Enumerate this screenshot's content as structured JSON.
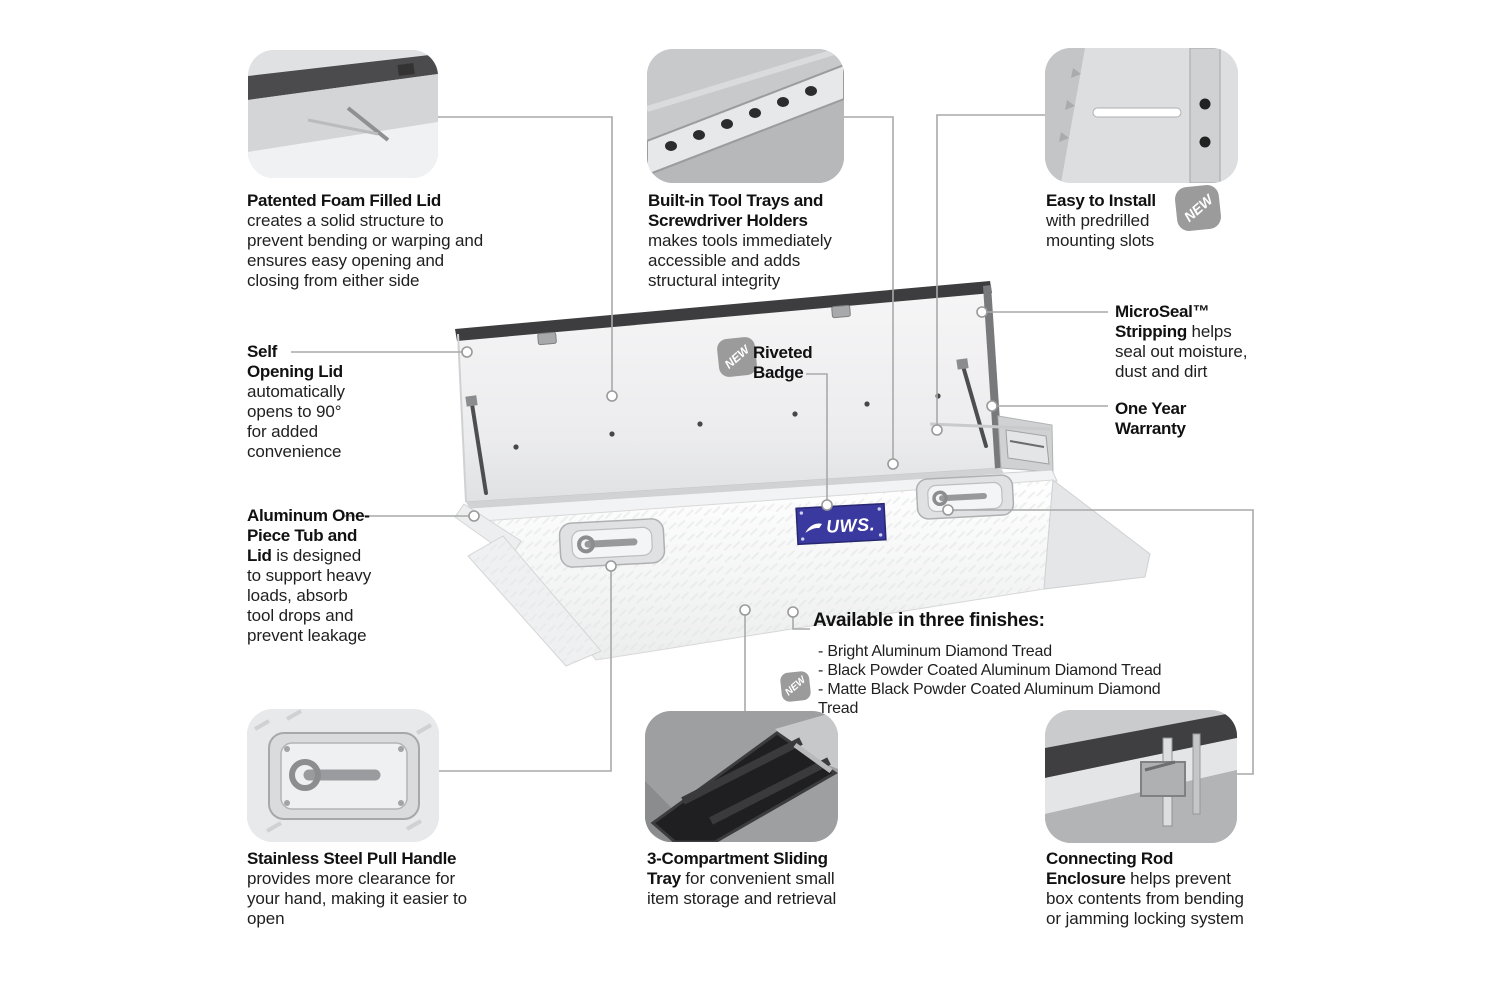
{
  "labels": {
    "new": "NEW"
  },
  "product": {
    "brand": "UWS."
  },
  "callouts": {
    "foam_lid": {
      "title": "Patented Foam Filled Lid",
      "body": "creates a solid structure to prevent bending or warping and ensures easy opening and closing from either side"
    },
    "tool_trays": {
      "title": "Built-in Tool Trays and Screwdriver Holders",
      "body": "makes tools immediately accessible and adds structural integrity"
    },
    "easy_install": {
      "title": "Easy to Install",
      "body": "with predrilled mounting slots"
    },
    "self_opening": {
      "title": "Self Opening Lid",
      "body": "automatically opens to 90° for added convenience"
    },
    "riveted_badge": {
      "title": "Riveted Badge"
    },
    "microseal": {
      "title": "MicroSeal™ Stripping",
      "body": "helps seal out moisture, dust and dirt"
    },
    "warranty": {
      "title": "One Year Warranty"
    },
    "aluminum_tub": {
      "title": "Aluminum One-Piece Tub and Lid",
      "body": "is designed to support heavy loads, absorb tool drops and prevent leakage"
    },
    "finishes": {
      "title": "Available in three finishes:",
      "items": [
        "- Bright Aluminum Diamond Tread",
        "- Black Powder Coated Aluminum Diamond Tread",
        "- Matte Black Powder Coated Aluminum Diamond Tread"
      ]
    },
    "pull_handle": {
      "title": "Stainless Steel Pull Handle",
      "body": "provides more clearance for your hand, making it easier to open"
    },
    "sliding_tray": {
      "title": "3-Compartment Sliding Tray",
      "body": "for convenient small item storage and retrieval"
    },
    "connecting_rod": {
      "title": "Connecting Rod Enclosure",
      "body": "helps prevent box contents from bending or jamming locking system"
    }
  },
  "colors": {
    "uws_badge_blue": "#3a39a0",
    "new_badge_gray": "#9b9b9b",
    "callout_line_gray": "#a9a9a9"
  }
}
